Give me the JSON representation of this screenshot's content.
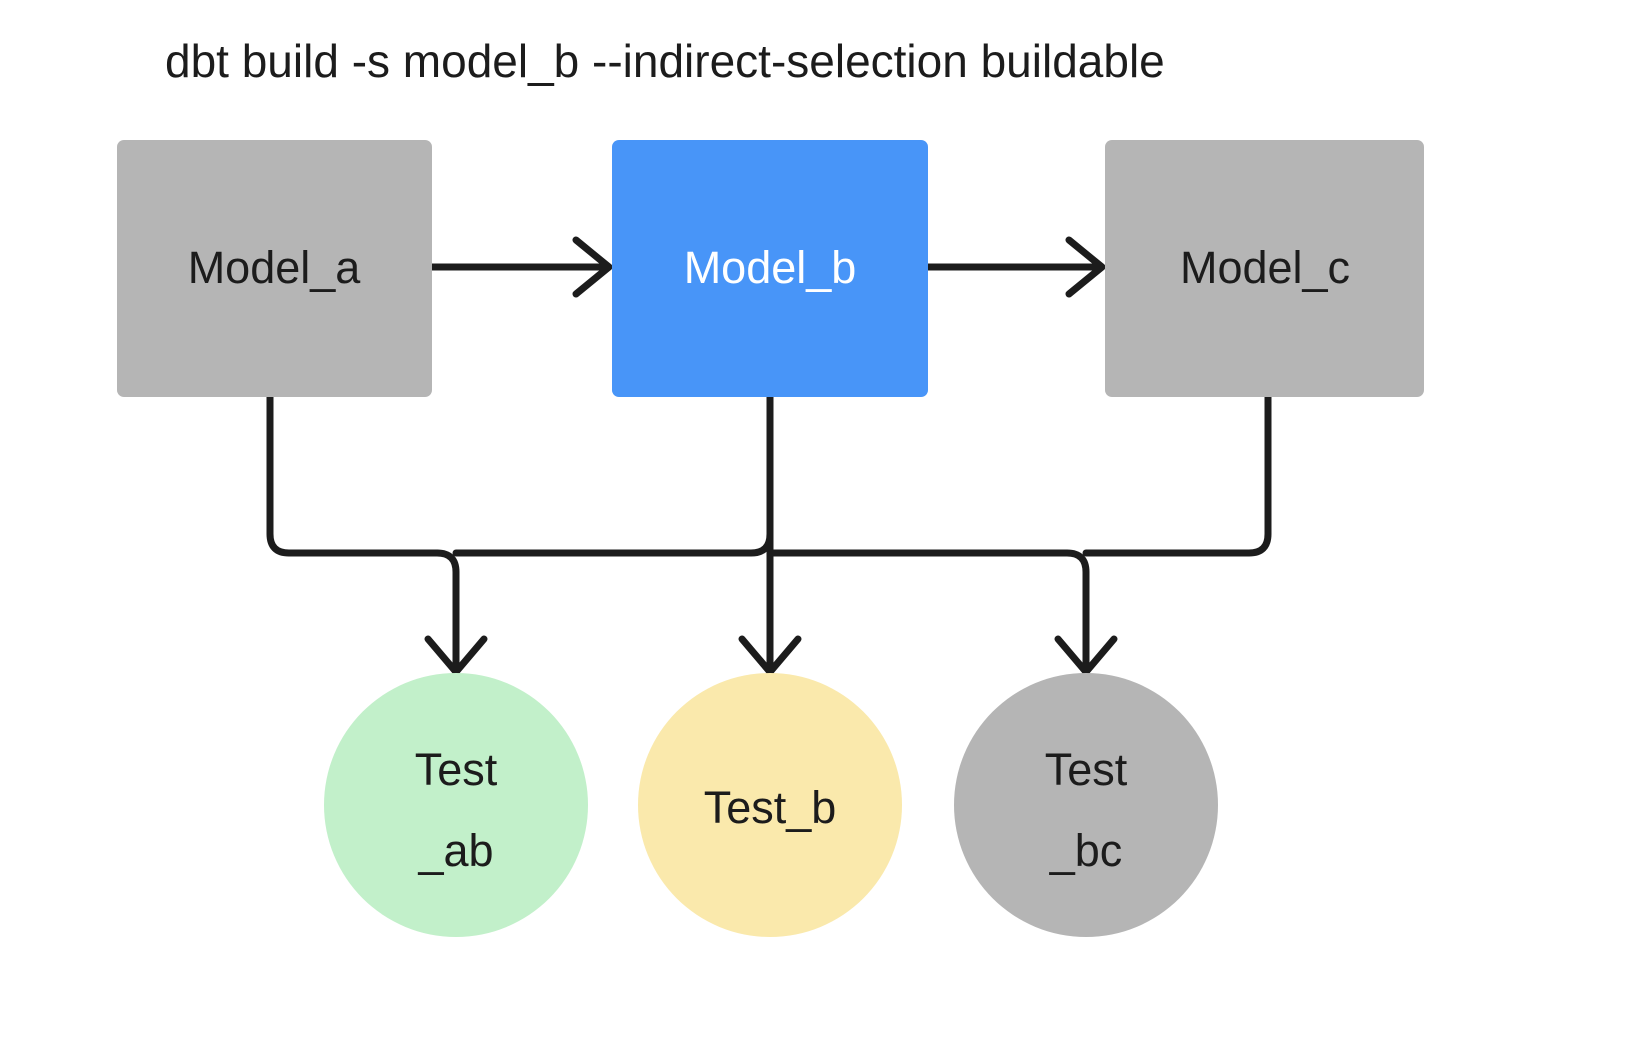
{
  "title": "dbt build -s model_b --indirect-selection buildable",
  "colors": {
    "background": "#ffffff",
    "gray_node": "#b5b5b5",
    "blue_node": "#4895f8",
    "green_node": "#c2f0ca",
    "yellow_node": "#fae9ac",
    "gray_circle": "#b5b5b5",
    "edge": "#1c1c1c",
    "text_dark": "#1c1c1c",
    "text_light": "#ffffff"
  },
  "nodes": {
    "models": [
      {
        "id": "model_a",
        "label": "Model_a",
        "shape": "rect",
        "fill": "#b5b5b5",
        "text_color": "#1c1c1c",
        "selected": false
      },
      {
        "id": "model_b",
        "label": "Model_b",
        "shape": "rect",
        "fill": "#4895f8",
        "text_color": "#ffffff",
        "selected": true
      },
      {
        "id": "model_c",
        "label": "Model_c",
        "shape": "rect",
        "fill": "#b5b5b5",
        "text_color": "#1c1c1c",
        "selected": false
      }
    ],
    "tests": [
      {
        "id": "test_ab",
        "label_line1": "Test",
        "label_line2": "_ab",
        "label": "Test_ab",
        "shape": "circle",
        "fill": "#c2f0ca",
        "text_color": "#1c1c1c"
      },
      {
        "id": "test_b",
        "label_line1": "Test_b",
        "label_line2": "",
        "label": "Test_b",
        "shape": "circle",
        "fill": "#fae9ac",
        "text_color": "#1c1c1c"
      },
      {
        "id": "test_bc",
        "label_line1": "Test",
        "label_line2": "_bc",
        "label": "Test_bc",
        "shape": "circle",
        "fill": "#b5b5b5",
        "text_color": "#1c1c1c"
      }
    ]
  },
  "edges": [
    {
      "from": "model_a",
      "to": "model_b",
      "kind": "horizontal-arrow"
    },
    {
      "from": "model_b",
      "to": "model_c",
      "kind": "horizontal-arrow"
    },
    {
      "from": "model_a",
      "to": "test_ab",
      "kind": "elbow-arrow"
    },
    {
      "from": "model_b",
      "to": "test_ab",
      "kind": "elbow-arrow"
    },
    {
      "from": "model_b",
      "to": "test_b",
      "kind": "straight-arrow"
    },
    {
      "from": "model_b",
      "to": "test_bc",
      "kind": "elbow-arrow"
    },
    {
      "from": "model_c",
      "to": "test_bc",
      "kind": "elbow-arrow"
    }
  ]
}
